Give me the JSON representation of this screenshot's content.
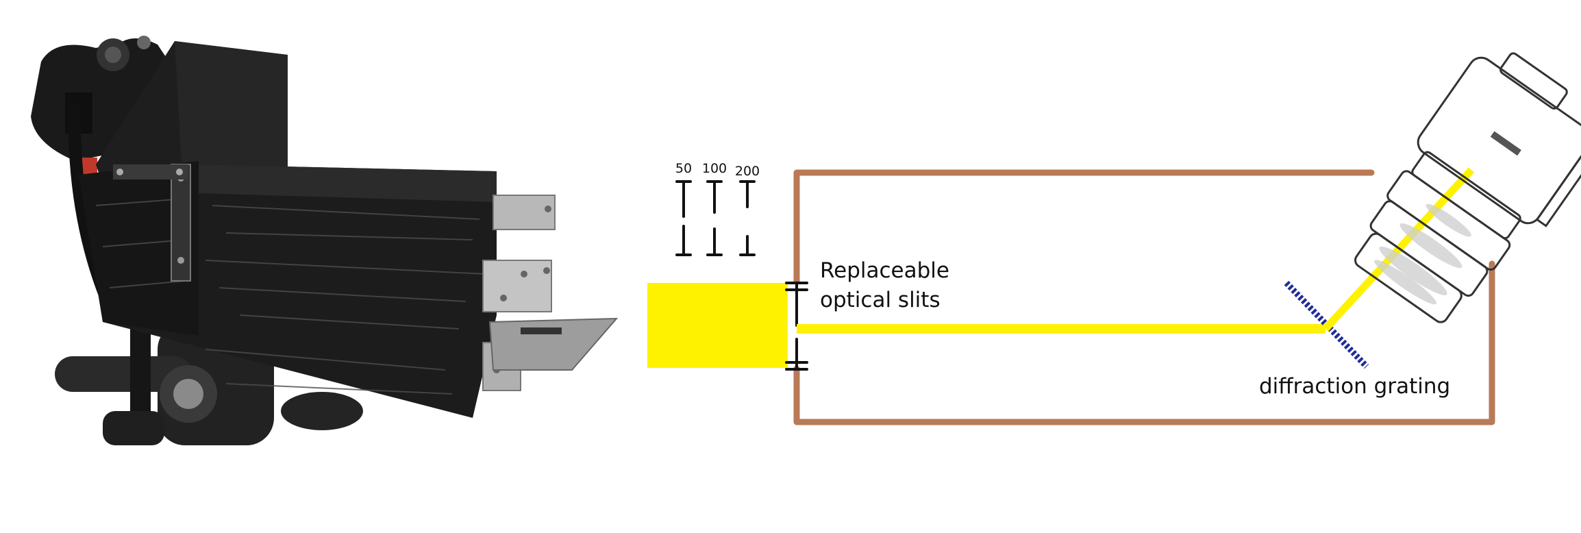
{
  "figure": {
    "slit_widths": [
      "50",
      "100",
      "200"
    ],
    "slit_label_line1": "Replaceable",
    "slit_label_line2": "optical slits",
    "grating_label": "diffraction grating"
  },
  "colors": {
    "background": "#ffffff",
    "enclosure_wall": "#b97a57",
    "light_beam": "#fff200",
    "grating": "#1f2c99",
    "box_wood": "#1c1c1c",
    "metal_bracket": "#b8b8b8",
    "camera_outline": "#333333"
  }
}
